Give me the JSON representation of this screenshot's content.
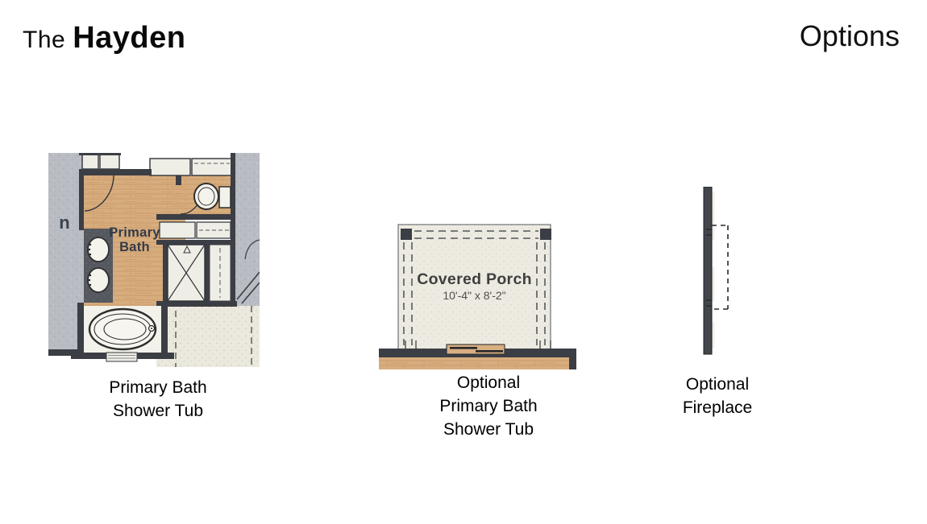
{
  "header": {
    "title_prefix": "The",
    "title_name": "Hayden",
    "page_label": "Options"
  },
  "figures": {
    "bath": {
      "room_label_line1": "Primary",
      "room_label_line2": "Bath",
      "partial_room_text": "n",
      "caption": [
        "Primary Bath",
        "Shower Tub"
      ]
    },
    "porch": {
      "room_label": "Covered Porch",
      "dimensions": "10'-4\" x 8'-2\"",
      "caption": [
        "Optional",
        "Primary Bath",
        "Shower Tub"
      ]
    },
    "fireplace": {
      "caption": [
        "Optional",
        "Fireplace"
      ]
    }
  },
  "colors": {
    "wood_floor": "#d8ad7e",
    "wall": "#3b3e44",
    "concrete_gray": "#babdc3",
    "speckled_floor": "#ebe9de",
    "room_label_text": "#333b48"
  }
}
